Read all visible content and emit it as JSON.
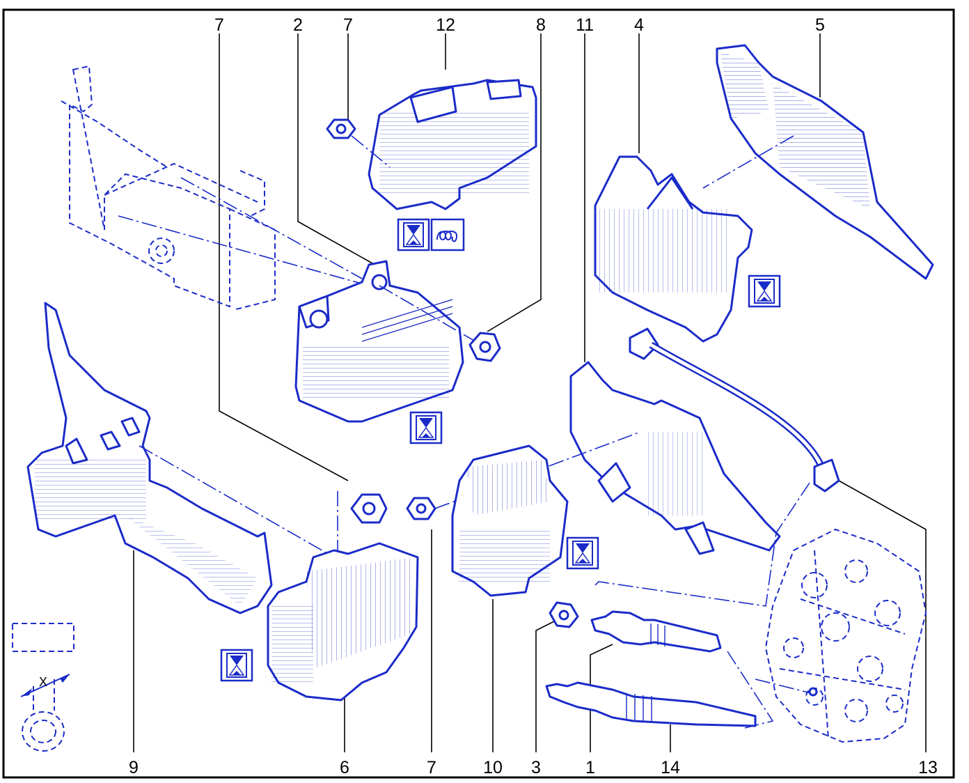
{
  "labels": {
    "top": [
      "7",
      "2",
      "7",
      "12",
      "8",
      "11",
      "4",
      "5"
    ],
    "bottom": [
      "9",
      "6",
      "7",
      "10",
      "3",
      "1",
      "14",
      "13"
    ]
  },
  "inset_text": "X",
  "icons": [
    "hourglass-icon",
    "spiral-icon"
  ],
  "colors": {
    "line": "#1a2bc8",
    "text": "#000000",
    "background": "#ffffff"
  }
}
